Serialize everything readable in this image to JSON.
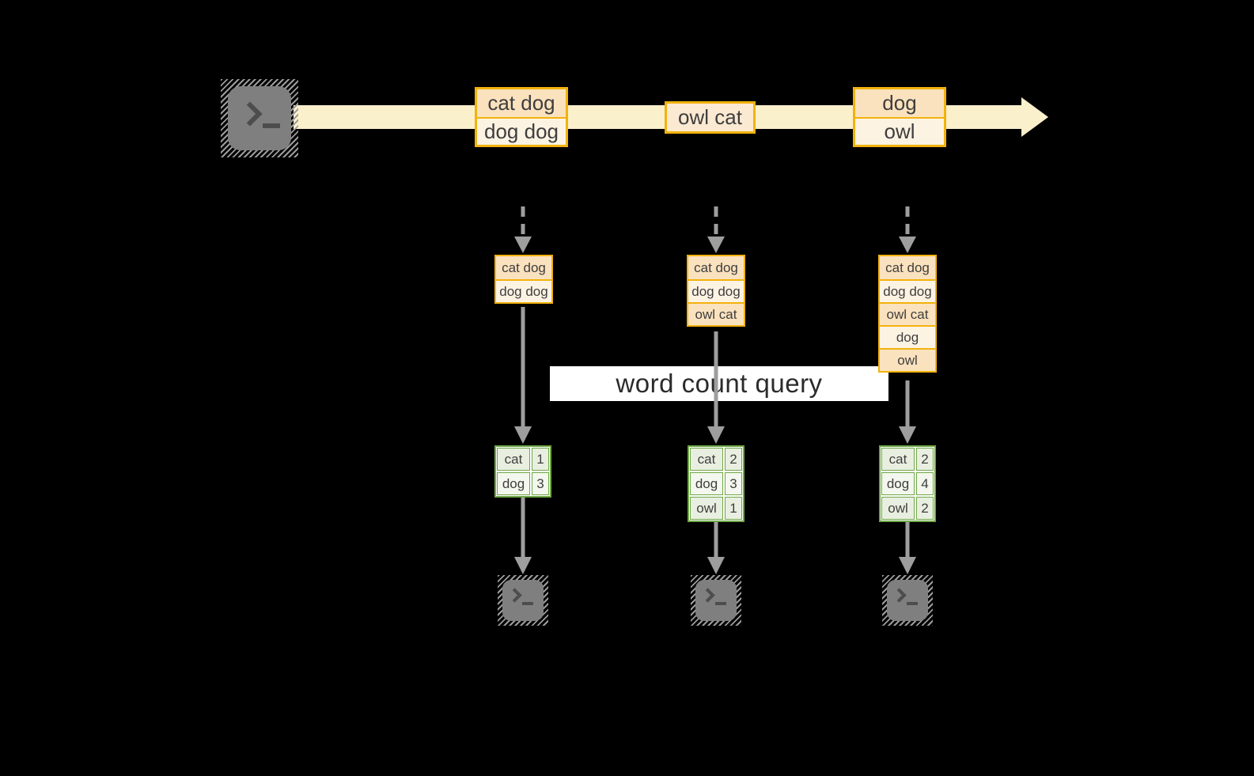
{
  "query_label": "word count query",
  "stream": {
    "source_icon": "terminal-icon",
    "batches": [
      {
        "rows": [
          "cat dog",
          "dog dog"
        ]
      },
      {
        "rows": [
          "owl cat"
        ]
      },
      {
        "rows": [
          "dog",
          "owl"
        ]
      }
    ]
  },
  "columns": [
    {
      "input_rows": [
        "cat dog",
        "dog dog"
      ],
      "counts": [
        {
          "word": "cat",
          "count": "1"
        },
        {
          "word": "dog",
          "count": "3"
        }
      ]
    },
    {
      "input_rows": [
        "cat dog",
        "dog dog",
        "owl cat"
      ],
      "counts": [
        {
          "word": "cat",
          "count": "2"
        },
        {
          "word": "dog",
          "count": "3"
        },
        {
          "word": "owl",
          "count": "1"
        }
      ]
    },
    {
      "input_rows": [
        "cat dog",
        "dog dog",
        "owl cat",
        "dog",
        "owl"
      ],
      "counts": [
        {
          "word": "cat",
          "count": "2"
        },
        {
          "word": "dog",
          "count": "4"
        },
        {
          "word": "owl",
          "count": "2"
        }
      ]
    }
  ],
  "colors": {
    "background": "#000000",
    "stream_band": "#fbf0cc",
    "record_border": "#f2b20d",
    "record_fill_dark": "#fbe2be",
    "record_fill_light": "#fdf3e3",
    "table_border": "#6fa746",
    "table_fill_dark": "#e9efe0",
    "table_fill_light": "#f3f7ed",
    "arrow_gray": "#9e9e9e",
    "terminal_gray": "#7f7f7f",
    "text": "#3e3e3e"
  }
}
